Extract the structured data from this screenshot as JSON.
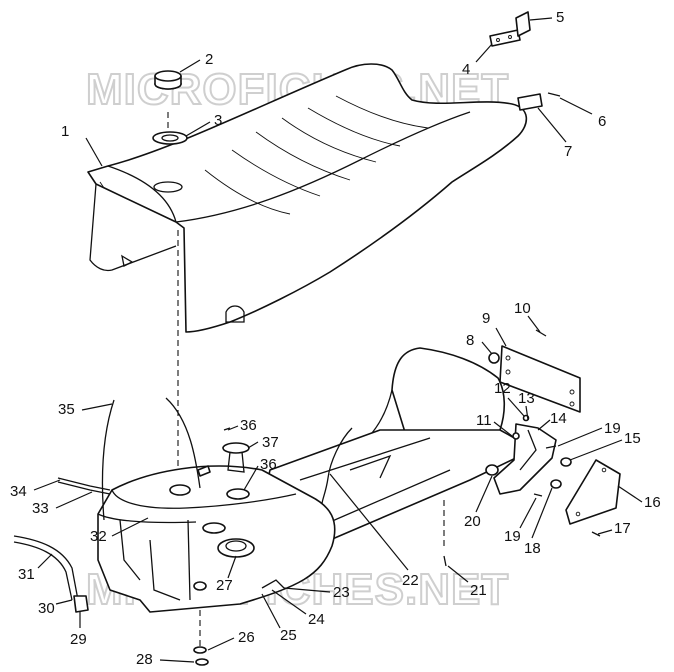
{
  "watermark": {
    "text": "MICROFICHES.NET",
    "color": "#cfcfcf"
  },
  "callouts": [
    "1",
    "2",
    "3",
    "4",
    "5",
    "6",
    "7",
    "8",
    "9",
    "10",
    "11",
    "12",
    "13",
    "14",
    "15",
    "16",
    "17",
    "18",
    "19",
    "19",
    "20",
    "21",
    "22",
    "23",
    "24",
    "25",
    "26",
    "27",
    "28",
    "29",
    "30",
    "31",
    "32",
    "33",
    "34",
    "35",
    "36",
    "36",
    "37"
  ],
  "colors": {
    "line": "#111111",
    "background": "#ffffff"
  }
}
